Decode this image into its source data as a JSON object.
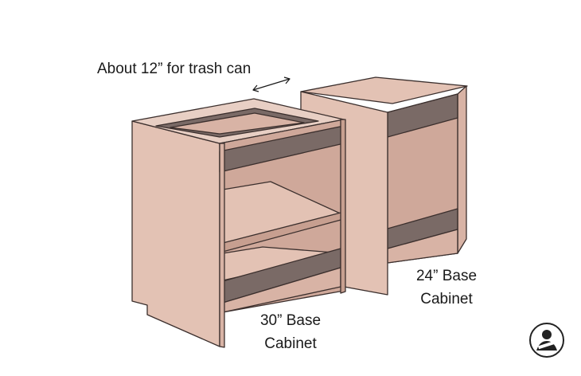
{
  "annotation": {
    "trash_gap": "About 12” for trash can"
  },
  "cabinets": {
    "large": {
      "line1": "30” Base",
      "line2": "Cabinet"
    },
    "small": {
      "line1": "24” Base",
      "line2": "Cabinet"
    }
  },
  "colors": {
    "panel_face": "#e3c2b4",
    "panel_side": "#d8b3a5",
    "panel_edge": "#c79f90",
    "frame_rail": "#7a6a66",
    "frame_dark": "#5e4f4b",
    "outline": "#3b2f2d"
  },
  "logo": {
    "icon": "workshop-logo-icon"
  }
}
